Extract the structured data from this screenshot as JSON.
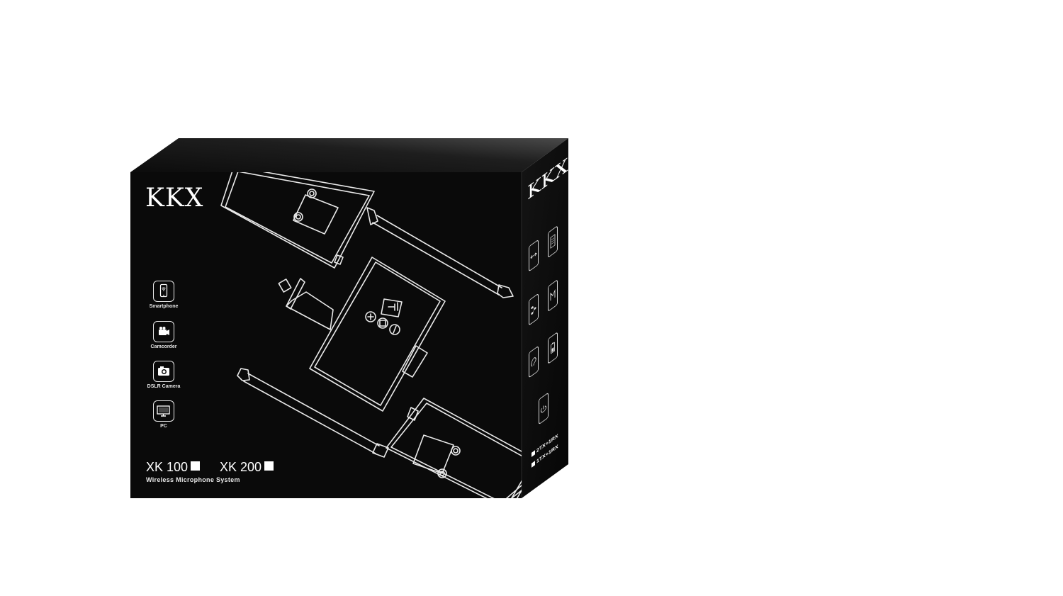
{
  "product_box": {
    "brand": "KKX",
    "compatible_devices": [
      {
        "label": "Smartphone",
        "icon": "smartphone-icon"
      },
      {
        "label": "Camcorder",
        "icon": "camcorder-icon"
      },
      {
        "label": "DSLR Camera",
        "icon": "camera-icon"
      },
      {
        "label": "PC",
        "icon": "monitor-icon"
      }
    ],
    "models": [
      {
        "name": "XK 100",
        "checkbox": "filled"
      },
      {
        "name": "XK 200",
        "checkbox": "filled"
      }
    ],
    "subtitle": "Wireless Microphone System",
    "side_panel": {
      "brand": "KKX",
      "features": [
        {
          "icon": "range-icon"
        },
        {
          "icon": "document-icon"
        },
        {
          "icon": "network-icon"
        },
        {
          "icon": "monitoring-icon"
        },
        {
          "icon": "ear-icon"
        },
        {
          "icon": "battery-icon"
        },
        {
          "icon": "power-icon"
        }
      ],
      "configurations": [
        "2TX+1RX",
        "1TX+1RX"
      ]
    },
    "colors": {
      "box_front": "#0a0a0a",
      "box_top": "#1a1a1a",
      "box_side": "#0d0d0d",
      "line_art": "#e9e9e9",
      "background": "#ffffff"
    }
  }
}
